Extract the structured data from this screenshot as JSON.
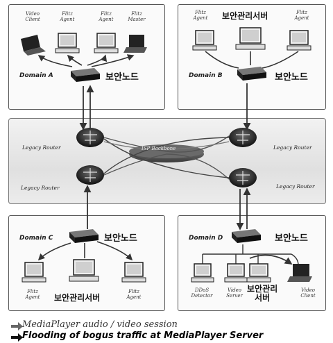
{
  "domain_a": {
    "name": "Domain A",
    "node_label": "보안노드",
    "hosts": [
      "Video\nClient",
      "Flitz\nAgent",
      "Flitz\nAgent",
      "Flitz\nMaster"
    ]
  },
  "domain_b": {
    "name": "Domain B",
    "node_label": "보안노드",
    "server_label": "보안관리서버",
    "hosts": [
      "Flitz\nAgent",
      "Flitz\nAgent"
    ]
  },
  "domain_c": {
    "name": "Domain C",
    "node_label": "보안노드",
    "server_label": "보안관리서버",
    "hosts": [
      "Flitz\nAgent",
      "Flitz\nAgent"
    ]
  },
  "domain_d": {
    "name": "Domain D",
    "node_label": "보안노드",
    "server_label": "보안관리\n서버",
    "hosts": [
      "DDoS\nDetector",
      "Video\nServer",
      "Video\nClient"
    ]
  },
  "core": {
    "routers": [
      "Legacy Router",
      "Legacy Router",
      "Legacy Router",
      "Legacy Router"
    ],
    "backbone_label": "ISP Backbone"
  },
  "legend": {
    "item1": "MediaPlayer audio / video session",
    "item2": "Flooding of bogus traffic at MediaPlayer Server"
  }
}
